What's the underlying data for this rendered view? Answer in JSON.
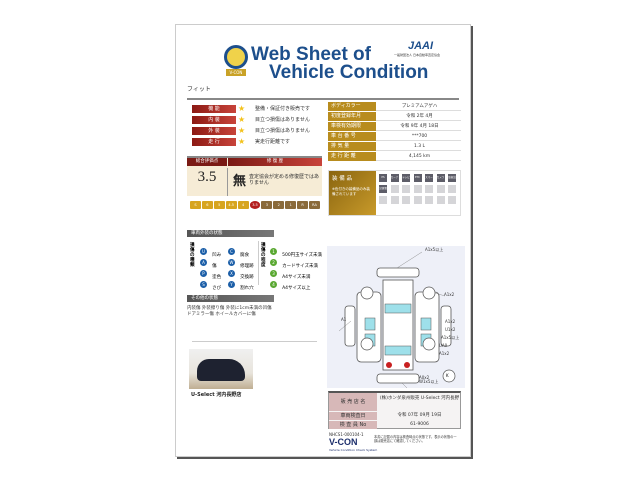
{
  "header": {
    "title_line1": "Web Sheet of",
    "title_line2": "Vehicle Condition",
    "org": "JAAI",
    "org_sub": "一般財団法人 日本自動車査定協会",
    "logo_text": "V-CON",
    "model": "フィット"
  },
  "ratings": [
    {
      "label": "機 能",
      "text": "整備・保証付き販売です"
    },
    {
      "label": "内 装",
      "text": "目立つ損傷はありません"
    },
    {
      "label": "外 装",
      "text": "目立つ損傷はありません"
    },
    {
      "label": "走 行",
      "text": "実走行距離です"
    }
  ],
  "score": {
    "header_score": "総合評価点",
    "header_repair": "修 復 歴",
    "value": "3.5",
    "repair_mark": "無",
    "repair_text": "査定協会が定める修復歴ではありません",
    "scale": [
      "S",
      "6",
      "5",
      "4.5",
      "4",
      "3.5",
      "3",
      "2",
      "1",
      "R",
      "RA"
    ],
    "selected": "3.5"
  },
  "specs": [
    {
      "label": "ボディカラー",
      "value": "プレミアムアゲハ"
    },
    {
      "label": "初度登録年月",
      "value": "令和 2年 4月"
    },
    {
      "label": "車検有効期限",
      "value": "令和 9年 4月 18日"
    },
    {
      "label": "車 台 番 号",
      "value": "***700"
    },
    {
      "label": "排 気 量",
      "value": "1.3 L"
    },
    {
      "label": "走 行 距 離",
      "value": "4,145 km"
    }
  ],
  "equipment": {
    "label": "装 備 品",
    "note": "※色付きの装備品のみ装備されています",
    "items": [
      "PS",
      "カーナビ",
      "テレビ",
      "ETC",
      "スマートキー",
      "カメラ",
      "取扱説明書",
      "記録簿"
    ]
  },
  "exterior": {
    "header": "車両外装の状態",
    "damage_title": "損傷の種類",
    "size_title": "損傷の程度",
    "types": [
      {
        "code": "U",
        "label": "凹み"
      },
      {
        "code": "C",
        "label": "腐食"
      },
      {
        "code": "A",
        "label": "傷"
      },
      {
        "code": "W",
        "label": "修理跡"
      },
      {
        "code": "P",
        "label": "塗色"
      },
      {
        "code": "X",
        "label": "交換跡"
      },
      {
        "code": "S",
        "label": "さび"
      },
      {
        "code": "Y",
        "label": "割れ穴"
      }
    ],
    "sizes": [
      {
        "code": "1",
        "label": "500円玉サイズ未満"
      },
      {
        "code": "2",
        "label": "カードサイズ未満"
      },
      {
        "code": "3",
        "label": "A4サイズ未満"
      },
      {
        "code": "4",
        "label": "A4サイズ以上"
      }
    ],
    "colors": {
      "type": "#1c5fa8",
      "size": "#5aa832"
    }
  },
  "other": {
    "header": "その他の状態",
    "lines": [
      "内装傷 外装擦り傷 外装に1cm未満の凹傷",
      "ドアミラー傷 ホイールカバーに傷"
    ]
  },
  "diagram": {
    "labels": [
      "A1x5以上",
      "A1x2",
      "A1",
      "A1x2",
      "U1x2",
      "A1x5以上",
      "UA0",
      "A1x2",
      "A0x2",
      "W1x5以上"
    ],
    "tire": "S",
    "spare": "K"
  },
  "photo": {
    "caption": "U-Select 河内長野店"
  },
  "dealer": [
    {
      "label": "販 売 店 名",
      "value": "(株)ホンダ泉州販売 U-Select 河内長野"
    },
    {
      "label": "車両検査日",
      "value": "令和 07年 09月 19日"
    },
    {
      "label": "検 査 員 No",
      "value": "61-9006"
    }
  ],
  "footer": {
    "code": "NHCS1-000104-1",
    "brand": "V-CON",
    "brand_sub": "Vehicle Condition Check System",
    "note": "本書に記載の内容は検査時点の状態です。表示の状態の一部は販売店にて確認してください。"
  }
}
